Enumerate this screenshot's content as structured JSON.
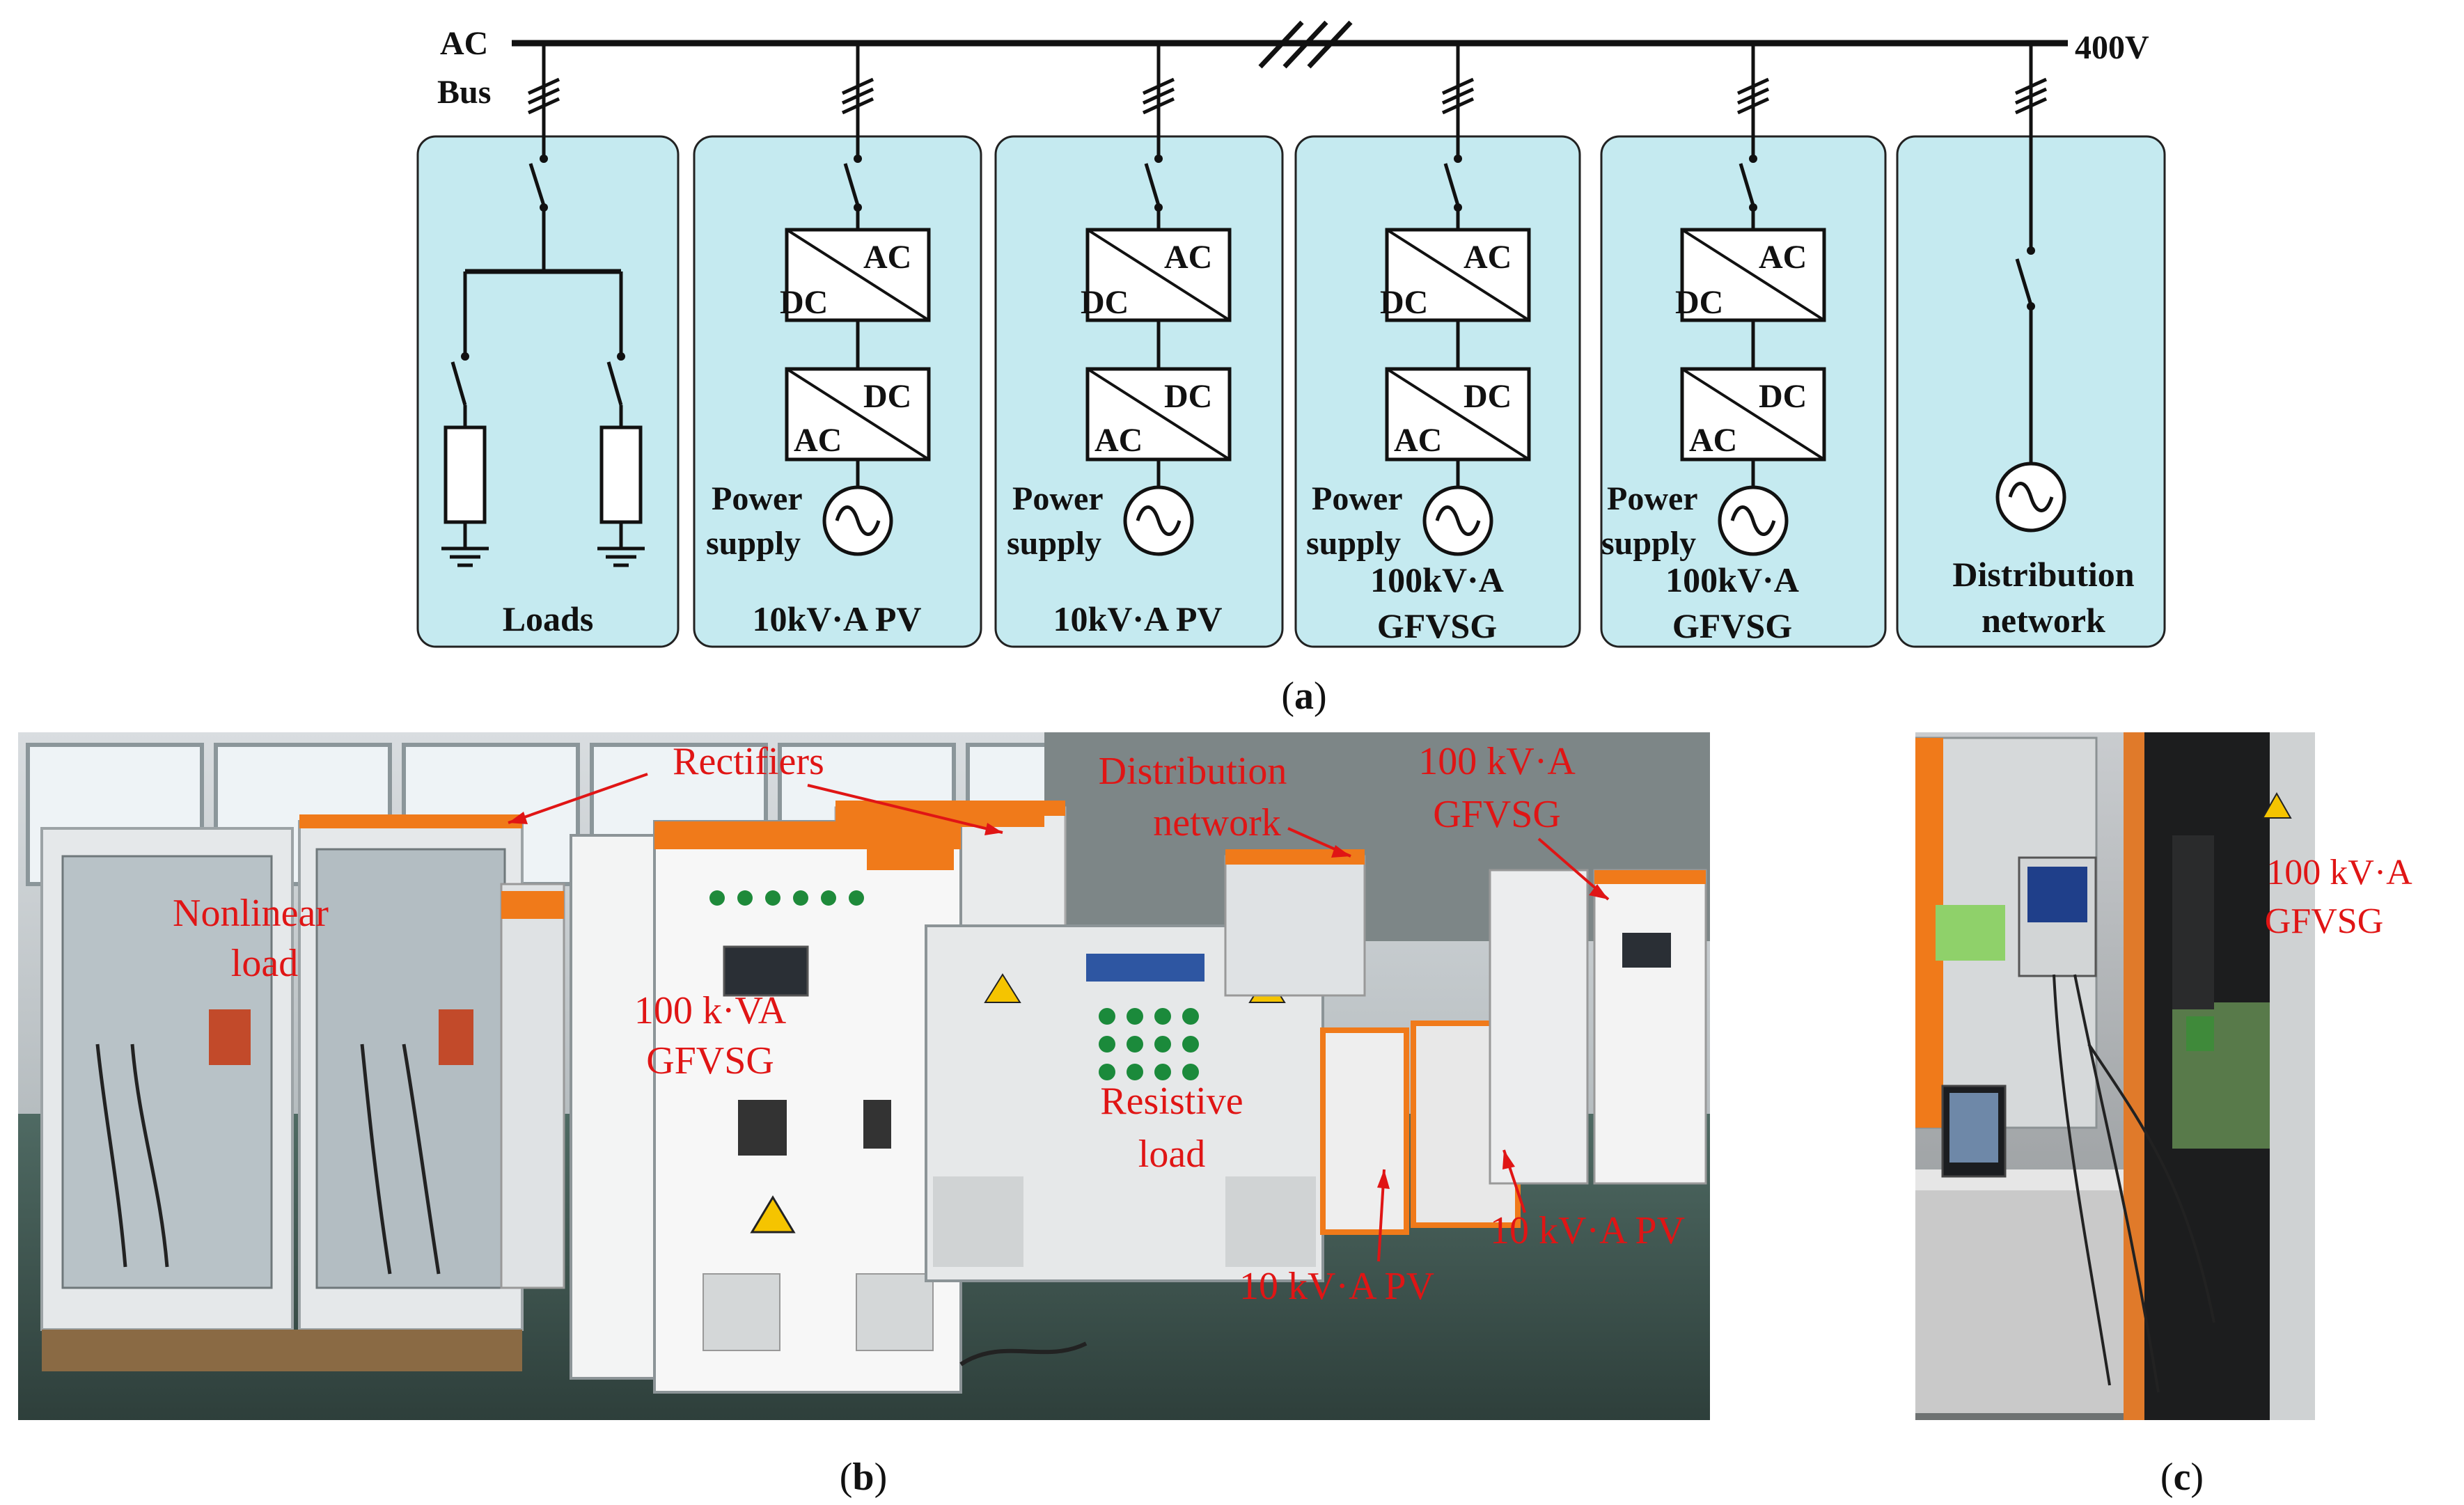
{
  "diagram": {
    "bus_label_1": "AC",
    "bus_label_2": "Bus",
    "voltage_label": "400V",
    "converter_ac": "AC",
    "converter_dc": "DC",
    "power_supply_1": "Power",
    "power_supply_2": "supply",
    "panels": [
      {
        "label_1": "Loads",
        "label_2": ""
      },
      {
        "label_1": "10kV·A PV",
        "label_2": ""
      },
      {
        "label_1": "10kV·A PV",
        "label_2": ""
      },
      {
        "label_1": "100kV·A",
        "label_2": "GFVSG"
      },
      {
        "label_1": "100kV·A",
        "label_2": "GFVSG"
      },
      {
        "label_1": "Distribution",
        "label_2": "network"
      }
    ],
    "panel_fill": "#c5eaf0"
  },
  "captions": {
    "a_open": "(",
    "a_letter": "a",
    "a_close": ")",
    "b_open": "(",
    "b_letter": "b",
    "b_close": ")",
    "c_open": "(",
    "c_letter": "c",
    "c_close": ")"
  },
  "photo_b": {
    "annotation_color": "#e01515",
    "annotations": {
      "rectifiers": "Rectifiers",
      "distribution_1": "Distribution",
      "distribution_2": "network",
      "gfvsg_right_1": "100 kV·A",
      "gfvsg_right_2": "GFVSG",
      "nonlinear_1": "Nonlinear",
      "nonlinear_2": "load",
      "gfvsg_center_1": "100 k·VA",
      "gfvsg_center_2": "GFVSG",
      "resistive_1": "Resistive",
      "resistive_2": "load",
      "pv_1": "10 kV·A PV",
      "pv_2": "10 kV·A PV"
    }
  },
  "photo_c": {
    "annotations": {
      "gfvsg_1": "100 kV·A",
      "gfvsg_2": "GFVSG"
    }
  }
}
